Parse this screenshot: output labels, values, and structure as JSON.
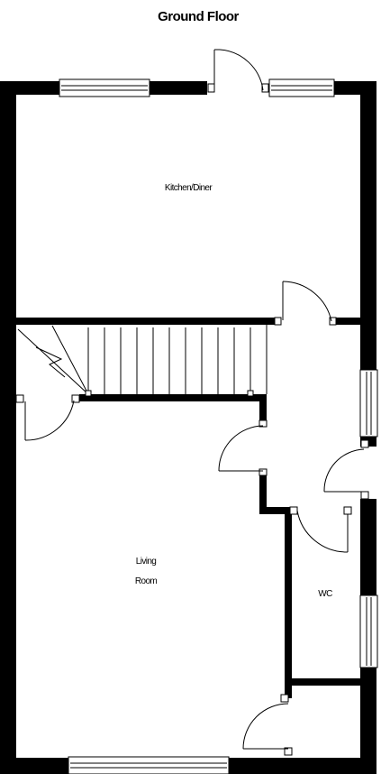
{
  "title": "Ground Floor",
  "rooms": {
    "kitchen": "Kitchen/Diner",
    "living_line1": "Living",
    "living_line2": "Room",
    "wc": "WC"
  },
  "colors": {
    "wall": "#000000",
    "background": "#ffffff"
  }
}
